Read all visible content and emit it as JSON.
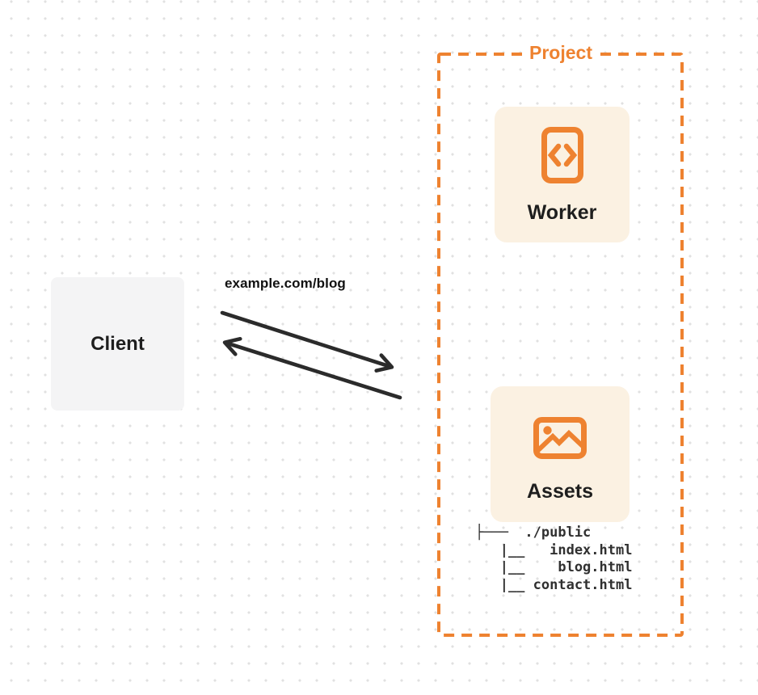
{
  "project": {
    "label": "Project"
  },
  "nodes": {
    "client": {
      "label": "Client"
    },
    "worker": {
      "label": "Worker",
      "icon": "code-file-icon"
    },
    "assets": {
      "label": "Assets",
      "icon": "image-icon"
    }
  },
  "request_label": "example.com/blog",
  "file_tree": {
    "lines": [
      "├───  ./public",
      "   |__   index.html",
      "   |__    blog.html",
      "   |__ contact.html"
    ]
  },
  "colors": {
    "orange": "#EE8230",
    "card_bg": "#FBF1E2",
    "client_bg": "#F4F4F5",
    "text_dark": "#1E1E1E",
    "arrow": "#2B2B2B",
    "tree_text": "#303030",
    "dot": "#E1E1E1",
    "page_bg": "#FFFFFF"
  }
}
